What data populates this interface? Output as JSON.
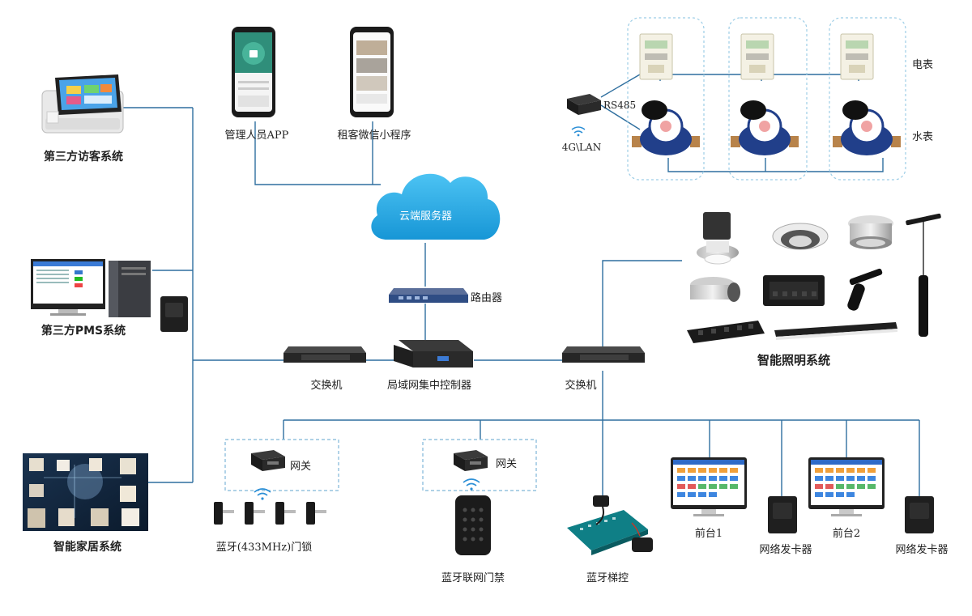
{
  "labels": {
    "visitor_system": "第三方访客系统",
    "pms_system": "第三方PMS系统",
    "smart_home": "智能家居系统",
    "admin_app": "管理人员APP",
    "tenant_miniprogram": "租客微信小程序",
    "cloud_server": "云端服务器",
    "router": "路由器",
    "switch_left": "交换机",
    "lan_controller": "局域网集中控制器",
    "switch_right": "交换机",
    "gateway_1": "网关",
    "gateway_2": "网关",
    "bt_lock": "蓝牙(433MHz)门锁",
    "bt_access": "蓝牙联网门禁",
    "bt_elevator": "蓝牙梯控",
    "front_desk_1": "前台1",
    "front_desk_2": "前台2",
    "card_issuer_1": "网络发卡器",
    "card_issuer_2": "网络发卡器",
    "electric_meter": "电表",
    "water_meter": "水表",
    "rs485": "RS485",
    "lan_4g": "4G\\LAN",
    "lighting_system": "智能照明系统"
  },
  "colors": {
    "wire": "#2f6f9f",
    "cloud": "#29a9e6",
    "dashed_box": "#7fb6d8",
    "device_dark": "#2b2b2b"
  },
  "icons": [
    "kiosk-icon",
    "pc-server-icon",
    "card-reader-icon",
    "smart-home-collage",
    "phone-icon",
    "cloud-icon",
    "router-icon",
    "switch-icon",
    "controller-icon",
    "gateway-icon",
    "wifi-signal-icon",
    "door-lock-icon",
    "access-keypad-icon",
    "elevator-board-icon",
    "monitor-icon",
    "electric-meter-icon",
    "water-meter-icon",
    "light-fixture-icon"
  ]
}
